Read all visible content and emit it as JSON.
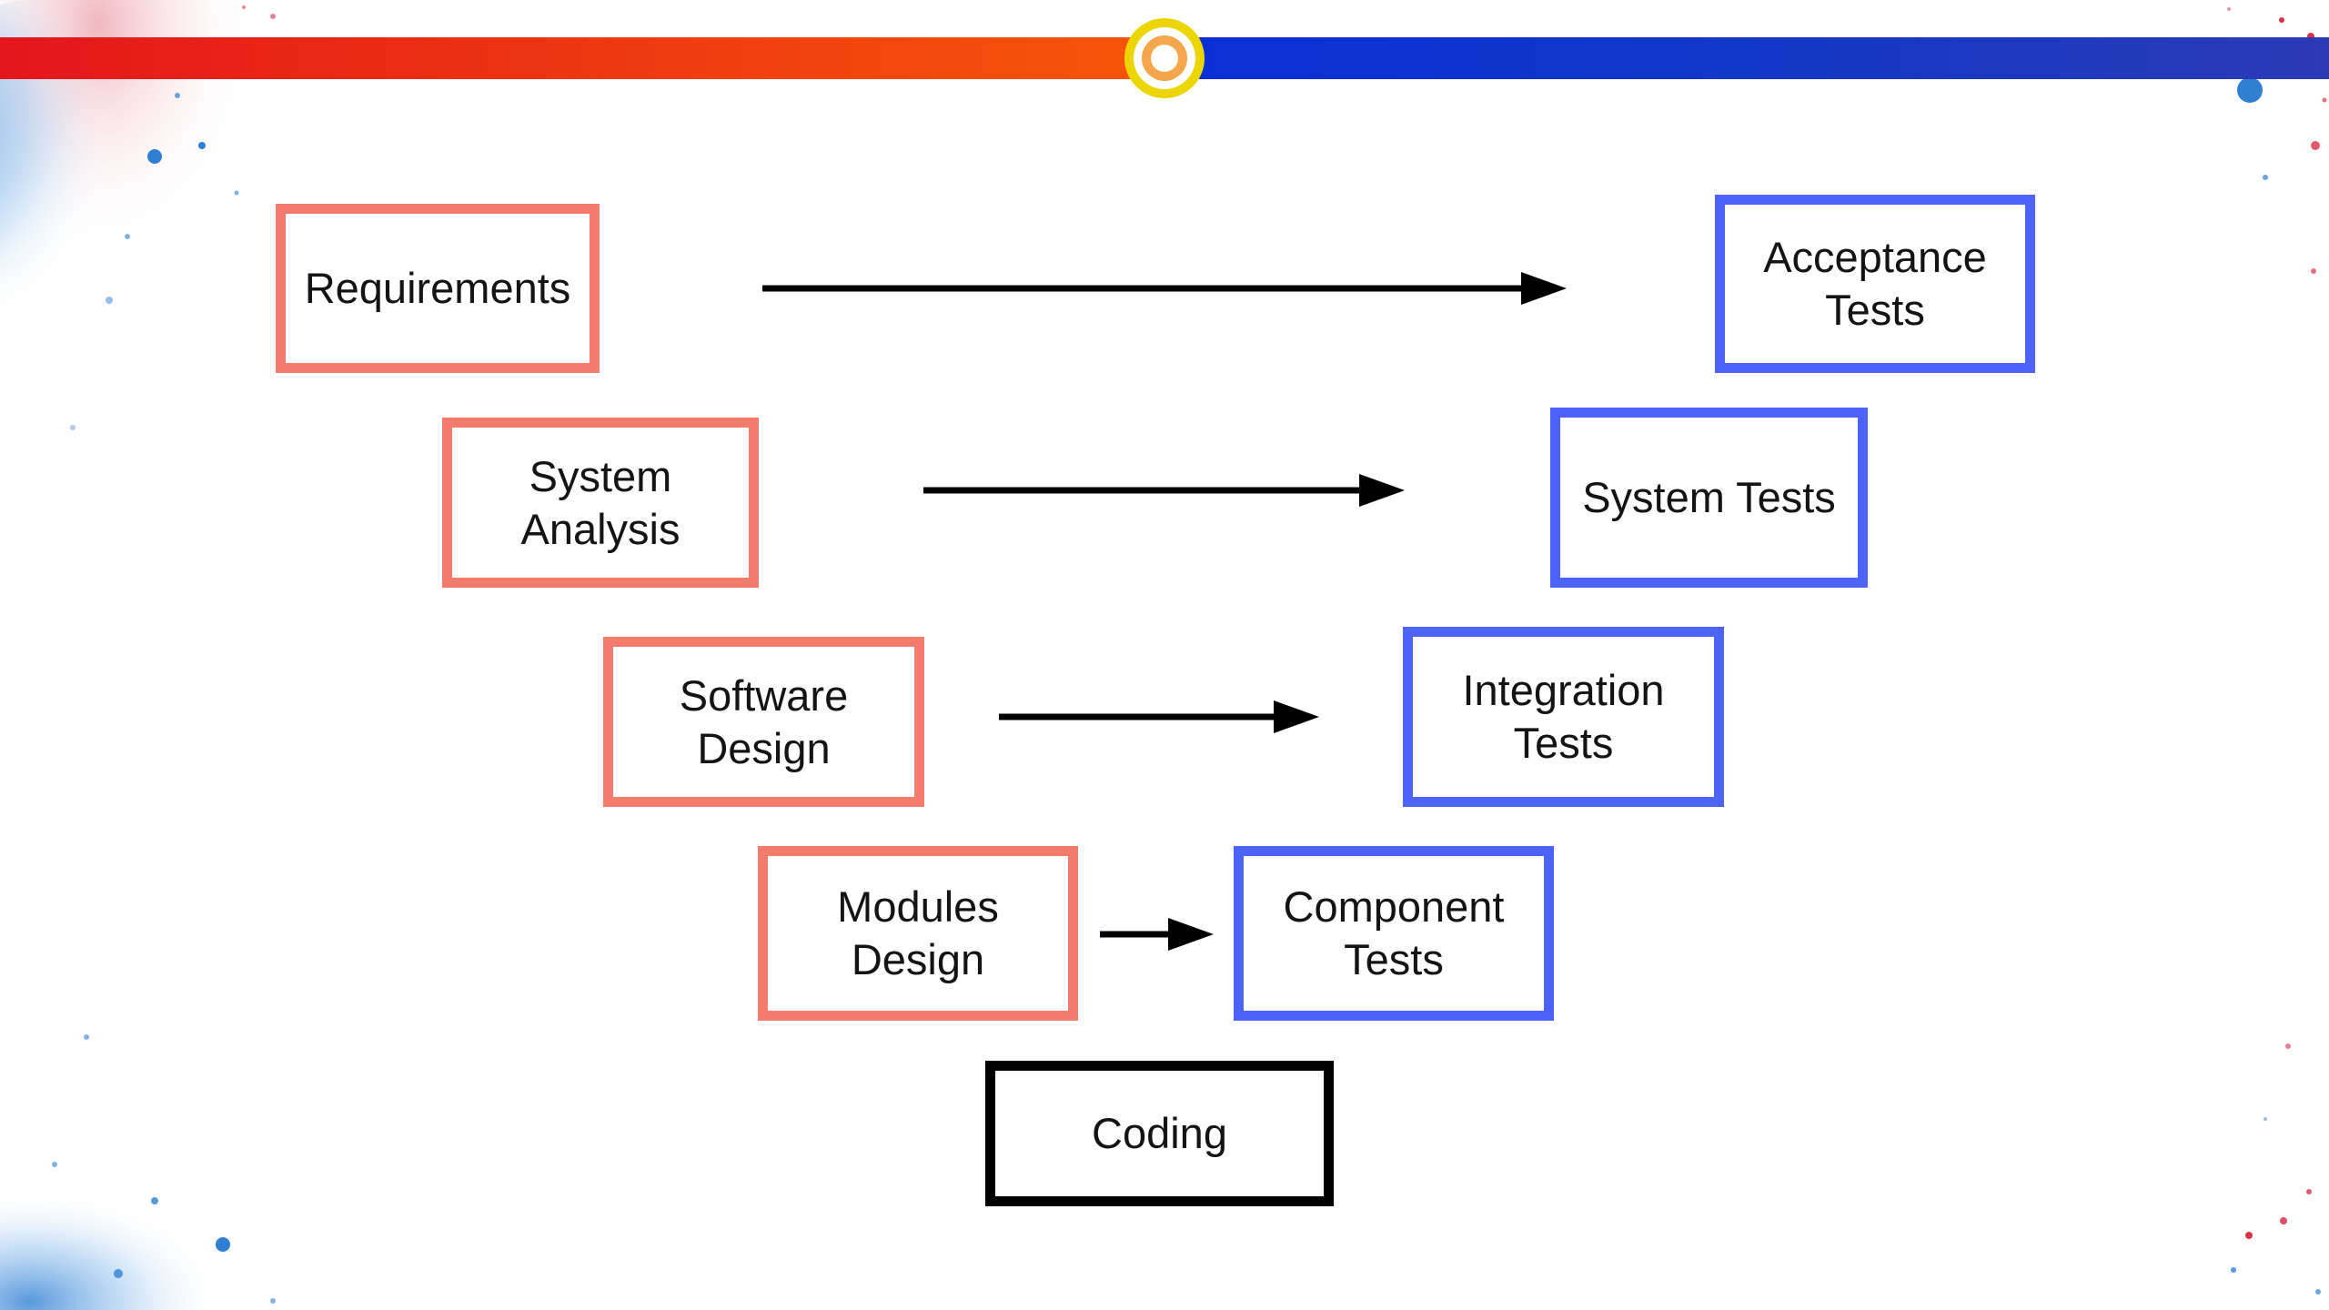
{
  "slide": {
    "colors": {
      "background": "#ffffff",
      "bar_left_start": "#e3161b",
      "bar_left_end": "#f7560a",
      "bar_right_start": "#0a2fd6",
      "bar_right_end": "#2b3ab5",
      "emblem_ring": "#ecd600",
      "emblem_core": "#f6a64a",
      "splatter_blue": "#2f7fd3",
      "splatter_red": "#d8324a"
    }
  },
  "diagram": {
    "colors": {
      "development_border": "#f47c6e",
      "testing_border": "#4d63f7",
      "coding_border": "#000000",
      "arrow": "#000000",
      "label_text": "#141414"
    },
    "development_phases": [
      {
        "id": "requirements",
        "label": "Requirements"
      },
      {
        "id": "system-analysis",
        "label": "System\nAnalysis"
      },
      {
        "id": "software-design",
        "label": "Software\nDesign"
      },
      {
        "id": "modules-design",
        "label": "Modules\nDesign"
      }
    ],
    "testing_phases": [
      {
        "id": "acceptance-tests",
        "label": "Acceptance\nTests"
      },
      {
        "id": "system-tests",
        "label": "System Tests"
      },
      {
        "id": "integration-tests",
        "label": "Integration\nTests"
      },
      {
        "id": "component-tests",
        "label": "Component\nTests"
      }
    ],
    "coding": {
      "id": "coding",
      "label": "Coding"
    },
    "connections": [
      {
        "from": "requirements",
        "to": "acceptance-tests"
      },
      {
        "from": "system-analysis",
        "to": "system-tests"
      },
      {
        "from": "software-design",
        "to": "integration-tests"
      },
      {
        "from": "modules-design",
        "to": "component-tests"
      }
    ]
  }
}
